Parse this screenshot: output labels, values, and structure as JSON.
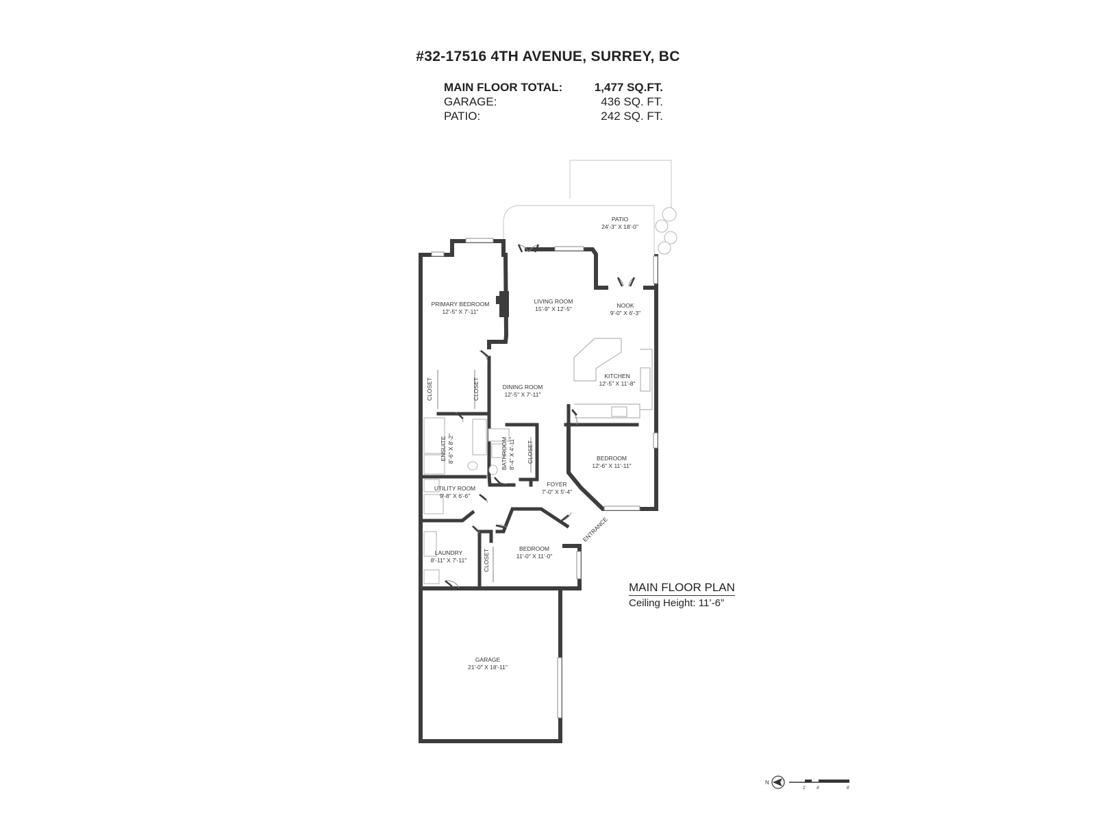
{
  "header": {
    "address": "#32-17516 4TH AVENUE, SURREY, BC"
  },
  "summary": {
    "rows": [
      {
        "label": "MAIN FLOOR TOTAL:",
        "value": "1,477 SQ.FT."
      },
      {
        "label": "GARAGE:",
        "value": "436 SQ. FT."
      },
      {
        "label": "PATIO:",
        "value": "242 SQ. FT."
      }
    ]
  },
  "plan_title": {
    "title": "MAIN FLOOR PLAN",
    "ceiling": "Ceiling Height: 11’-6”"
  },
  "rooms": {
    "patio": {
      "name": "PATIO",
      "dims": "24'-3\" X 18'-0\""
    },
    "primary_bedroom": {
      "name": "PRIMARY BEDROOM",
      "dims": "12'-5\" X 7'-11\""
    },
    "living_room": {
      "name": "LIVING ROOM",
      "dims": "15'-9\" X 12'-5\""
    },
    "nook": {
      "name": "NOOK",
      "dims": "9'-0\" X 6'-3\""
    },
    "dining_room": {
      "name": "DINING ROOM",
      "dims": "12'-5\" X 7'-11\""
    },
    "kitchen": {
      "name": "KITCHEN",
      "dims": "12'-5\" X 11'-8\""
    },
    "ensuite": {
      "name": "ENSUITE",
      "dims": "8'-6\" X 8'-2\""
    },
    "bathroom": {
      "name": "BATHROOM",
      "dims": "8'-4\" X 4'-11\""
    },
    "bedroom_east": {
      "name": "BEDROOM",
      "dims": "12'-6\" X 11'-11\""
    },
    "utility_room": {
      "name": "UTILITY ROOM",
      "dims": "9'-8\" X 6'-6\""
    },
    "foyer": {
      "name": "FOYER",
      "dims": "7'-0\" X 5'-4\""
    },
    "laundry": {
      "name": "LAUNDRY",
      "dims": "8'-11\" X 7'-11\""
    },
    "bedroom_south": {
      "name": "BEDROOM",
      "dims": "11'-0\" X 11'-0\""
    },
    "garage": {
      "name": "GARAGE",
      "dims": "21'-0\" X 18'-11\""
    }
  },
  "labels": {
    "closet": "CLOSET",
    "entrance": "ENTRANCE"
  },
  "compass": {
    "north": "N",
    "scale": [
      "2'",
      "4'",
      "8'"
    ]
  },
  "colors": {
    "wall": "#3d3d3d",
    "fixture": "#b5b5b5",
    "text": "#222222"
  }
}
